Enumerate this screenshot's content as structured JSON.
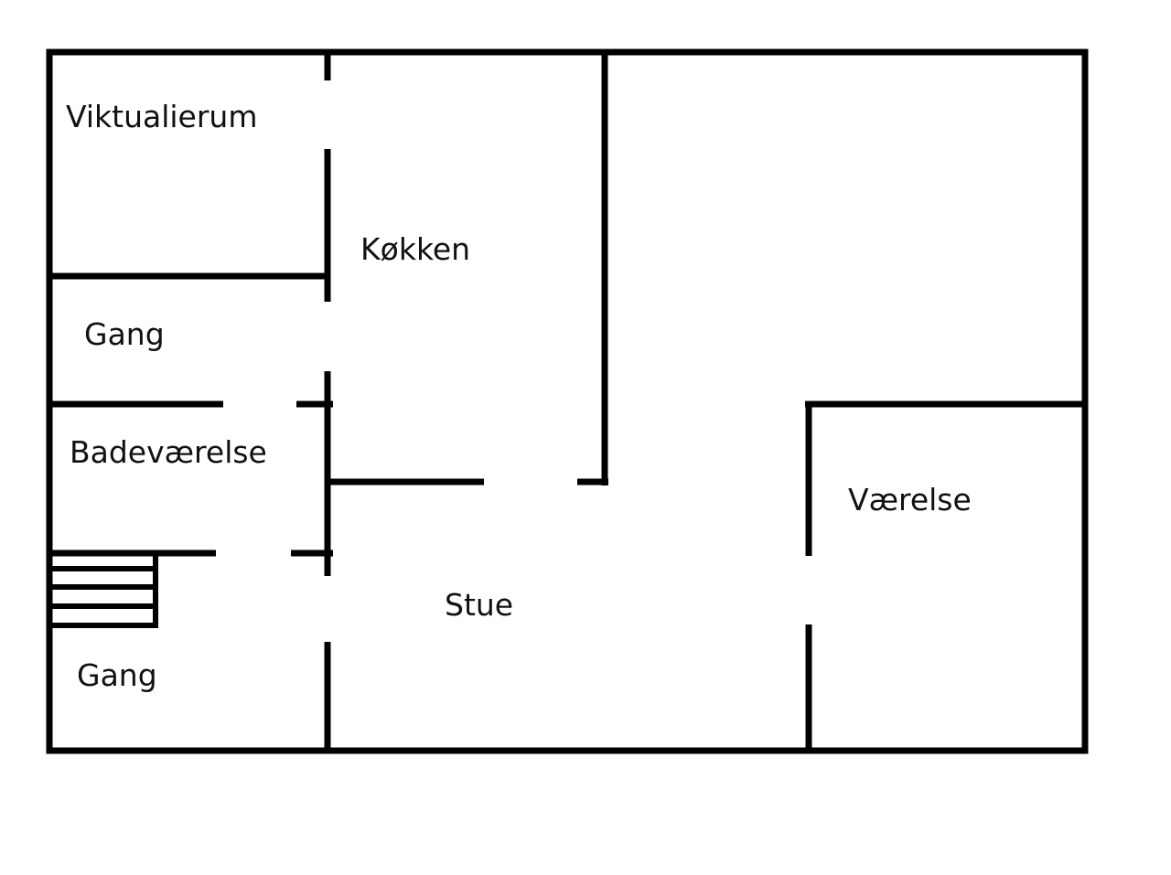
{
  "rooms": {
    "viktualierum": "Viktualierum",
    "koekken": "Køkken",
    "gang_upper": "Gang",
    "badevaerelse": "Badeværelse",
    "gang_lower": "Gang",
    "stue": "Stue",
    "vaerelse": "Værelse"
  },
  "colors": {
    "wall": "#000000",
    "background": "#ffffff",
    "text": "#111111"
  }
}
